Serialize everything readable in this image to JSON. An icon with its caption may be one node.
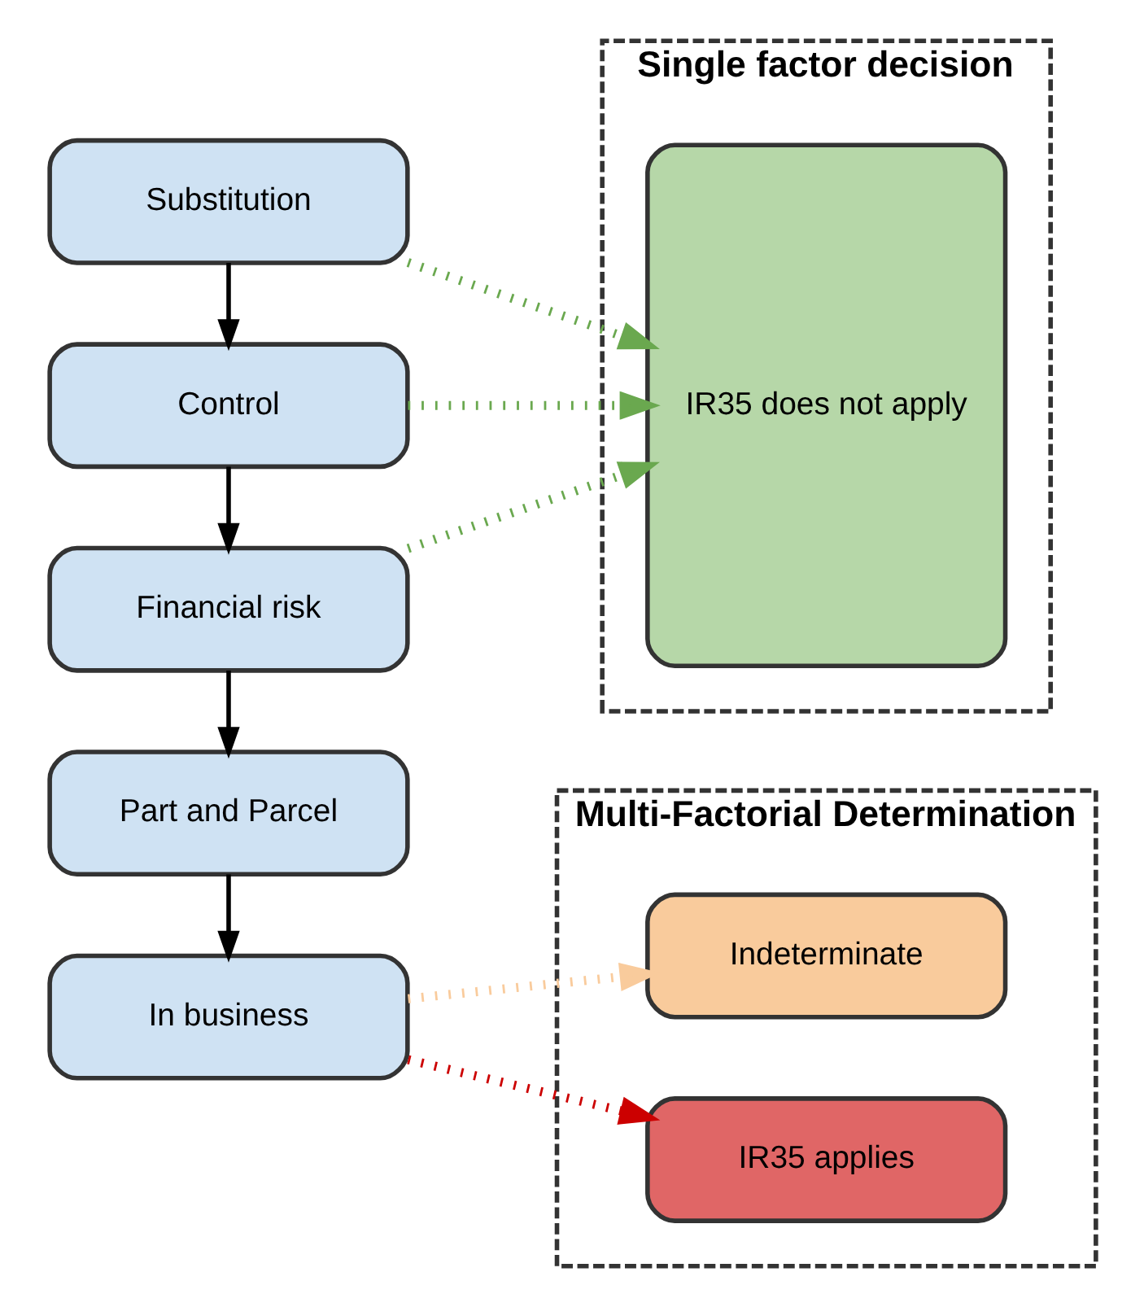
{
  "diagram": {
    "nodes": [
      {
        "text": [
          "Substitution"
        ]
      },
      {
        "text": [
          "Control"
        ]
      },
      {
        "text": [
          "Financial risk"
        ]
      },
      {
        "text": [
          "Part and Parcel"
        ]
      },
      {
        "text": [
          "In business"
        ]
      },
      {
        "text": [
          "Single factor decision"
        ]
      },
      {
        "text": [
          "IR35 does not apply"
        ],
        "in": 5
      },
      {
        "text": [
          "Multi-Factorial Determination"
        ]
      },
      {
        "text": [
          "Indeterminate"
        ],
        "in": 7
      },
      {
        "text": [
          "IR35 applies"
        ],
        "in": 7
      }
    ],
    "edges": [
      {
        "from": 0,
        "to": 1,
        "arrow": "to"
      },
      {
        "from": 1,
        "to": 2,
        "arrow": "to"
      },
      {
        "from": 2,
        "to": 3,
        "arrow": "to"
      },
      {
        "from": 3,
        "to": 4,
        "arrow": "to"
      },
      {
        "from": 0,
        "to": 6,
        "arrow": "to",
        "style": "dashed",
        "color": "#6aa84f"
      },
      {
        "from": 1,
        "to": 6,
        "arrow": "to",
        "style": "dashed",
        "color": "#6aa84f"
      },
      {
        "from": 2,
        "to": 6,
        "arrow": "to",
        "style": "dashed",
        "color": "#6aa84f"
      },
      {
        "from": 4,
        "to": 8,
        "arrow": "to",
        "style": "dashed",
        "color": "#f9cb9c"
      },
      {
        "from": 4,
        "to": 9,
        "arrow": "to",
        "style": "dashed",
        "color": "#cc0000"
      }
    ]
  }
}
